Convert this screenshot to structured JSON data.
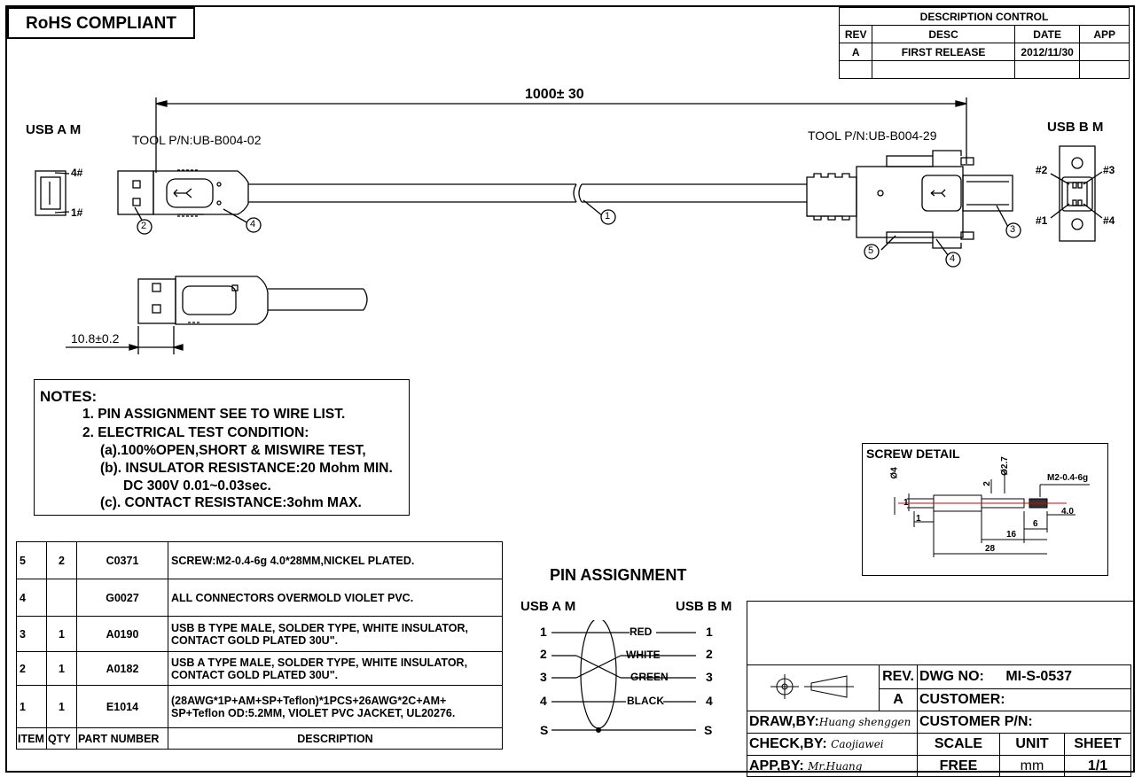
{
  "rohs": "RoHS COMPLIANT",
  "description_control": {
    "title": "DESCRIPTION  CONTROL",
    "headers": [
      "REV",
      "DESC",
      "DATE",
      "APP"
    ],
    "rows": [
      [
        "A",
        "FIRST RELEASE",
        "2012/11/30",
        ""
      ],
      [
        "",
        "",
        "",
        ""
      ]
    ]
  },
  "drawing": {
    "length_dim": "1000± 30",
    "usb_a_label": "USB A M",
    "usb_b_label": "USB B M",
    "tool_a": "TOOL P/N:UB-B004-02",
    "tool_b": "TOOL P/N:UB-B004-29",
    "pin_a_4": "4#",
    "pin_a_1": "1#",
    "pin_b_2": "#2",
    "pin_b_3": "#3",
    "pin_b_1": "#1",
    "pin_b_4": "#4",
    "balloons": {
      "b1": "1",
      "b2": "2",
      "b3": "3",
      "b4a": "4",
      "b4b": "4",
      "b5": "5"
    },
    "thickness_dim": "10.8±0.2"
  },
  "notes": {
    "title": "NOTES:",
    "lines": [
      "1. PIN ASSIGNMENT SEE TO WIRE LIST.",
      "2. ELECTRICAL TEST CONDITION:",
      "(a).100%OPEN,SHORT & MISWIRE TEST,",
      "(b). INSULATOR RESISTANCE:20 Mohm MIN.",
      "DC 300V 0.01~0.03sec.",
      "(c). CONTACT RESISTANCE:3ohm MAX."
    ]
  },
  "screw_detail": {
    "title": "SCREW DETAIL",
    "thread": "M2-0.4-6g",
    "dims": {
      "d4": "Ø4",
      "d27": "Ø2.7",
      "h2": "2",
      "one_a": "1",
      "one_b": "1",
      "l40": "4.0",
      "l6": "6",
      "l16": "16",
      "l28": "28"
    }
  },
  "bom": {
    "headers": [
      "ITEM",
      "QTY",
      "PART NUMBER",
      "DESCRIPTION"
    ],
    "rows": [
      {
        "item": "5",
        "qty": "2",
        "part": "C0371",
        "desc": "SCREW:M2-0.4-6g 4.0*28MM,NICKEL PLATED."
      },
      {
        "item": "4",
        "qty": "",
        "part": "G0027",
        "desc": "ALL CONNECTORS OVERMOLD VIOLET PVC."
      },
      {
        "item": "3",
        "qty": "1",
        "part": "A0190",
        "desc": "USB B TYPE MALE, SOLDER TYPE, WHITE INSULATOR, CONTACT GOLD PLATED 30U\"."
      },
      {
        "item": "2",
        "qty": "1",
        "part": "A0182",
        "desc": "USB A TYPE MALE, SOLDER TYPE, WHITE INSULATOR, CONTACT GOLD PLATED 30U\"."
      },
      {
        "item": "1",
        "qty": "1",
        "part": "E1014",
        "desc": "(28AWG*1P+AM+SP+Teflon)*1PCS+26AWG*2C+AM+ SP+Teflon OD:5.2MM, VIOLET PVC JACKET, UL20276."
      }
    ]
  },
  "pin_assignment": {
    "title": "PIN   ASSIGNMENT",
    "left_header": "USB A M",
    "right_header": "USB B M",
    "rows": [
      {
        "left": "1",
        "color": "RED",
        "right": "1"
      },
      {
        "left": "2",
        "color": "WHITE",
        "right": "2"
      },
      {
        "left": "3",
        "color": "GREEN",
        "right": "3"
      },
      {
        "left": "4",
        "color": "BLACK",
        "right": "4"
      },
      {
        "left": "S",
        "color": "",
        "right": "S"
      }
    ]
  },
  "title_block": {
    "rev_label": "REV.",
    "rev_value": "A",
    "dwg_no_label": "DWG NO:",
    "dwg_no_value": "MI-S-0537",
    "customer_label": "CUSTOMER:",
    "customer_pn_label": "CUSTOMER P/N:",
    "draw_label": "DRAW,BY:",
    "draw_value": "Huang  shenggen",
    "check_label": "CHECK,BY:",
    "check_value": "Caojiawei",
    "app_label": "APP,BY:",
    "app_value": "Mr.Huang",
    "scale_label": "SCALE",
    "scale_value": "FREE",
    "unit_label": "UNIT",
    "unit_value": "mm",
    "sheet_label": "SHEET",
    "sheet_value": "1/1"
  }
}
